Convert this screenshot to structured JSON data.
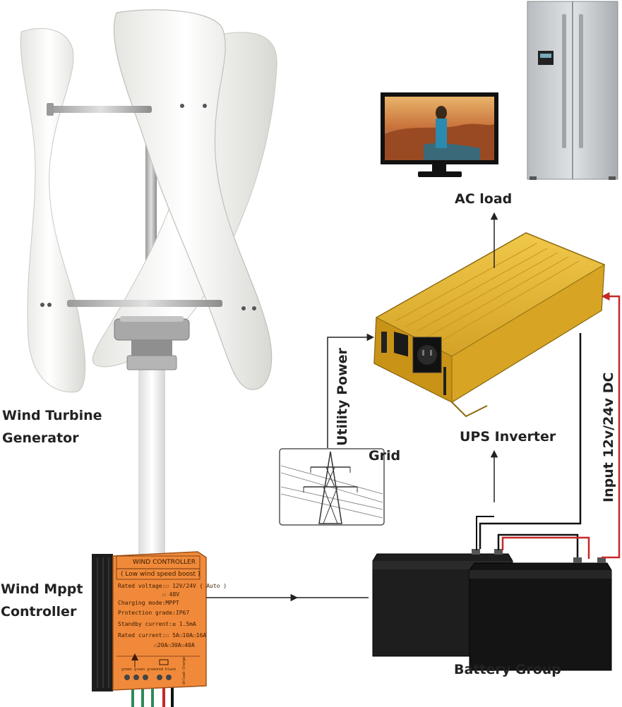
{
  "labels": {
    "wind_turbine_line1": "Wind Turbine",
    "wind_turbine_line2": "Generator",
    "wind_mppt_line1": "Wind Mppt",
    "wind_mppt_line2": "Controller",
    "ac_load": "AC load",
    "ups_inverter": "UPS  Inverter",
    "utility_power": "Utility Power",
    "grid": "Grid",
    "input_dc": "Input 12v/24v DC",
    "battery_group": "Battery Group"
  },
  "controller": {
    "title": "WIND CONTROLLER",
    "subtitle": "( Low wind speed boost )",
    "rated_voltage": "Rated voltage:☐ 12V/24V ( Auto )",
    "rated_voltage_48": "☐ 48V",
    "charging_mode": "Charging mode:MPPT",
    "protection_grade": "Protection grade:IP67",
    "standby_current": "Standby current:≤ 1.5mA",
    "rated_current": "Rated current:☐ 5A☐10A☐16A",
    "rated_current_2": "☐20A☐30A☐40A",
    "terminal_wind": "green green green",
    "terminal_battery": "red  black",
    "terminal_side": "Unload Charge"
  },
  "colors": {
    "controller_orange": "#f08a3a",
    "inverter_gold": "#d9a520",
    "battery_black": "#1a1a1a",
    "dc_wire_red": "#c62828",
    "arrow_black": "#222222"
  }
}
